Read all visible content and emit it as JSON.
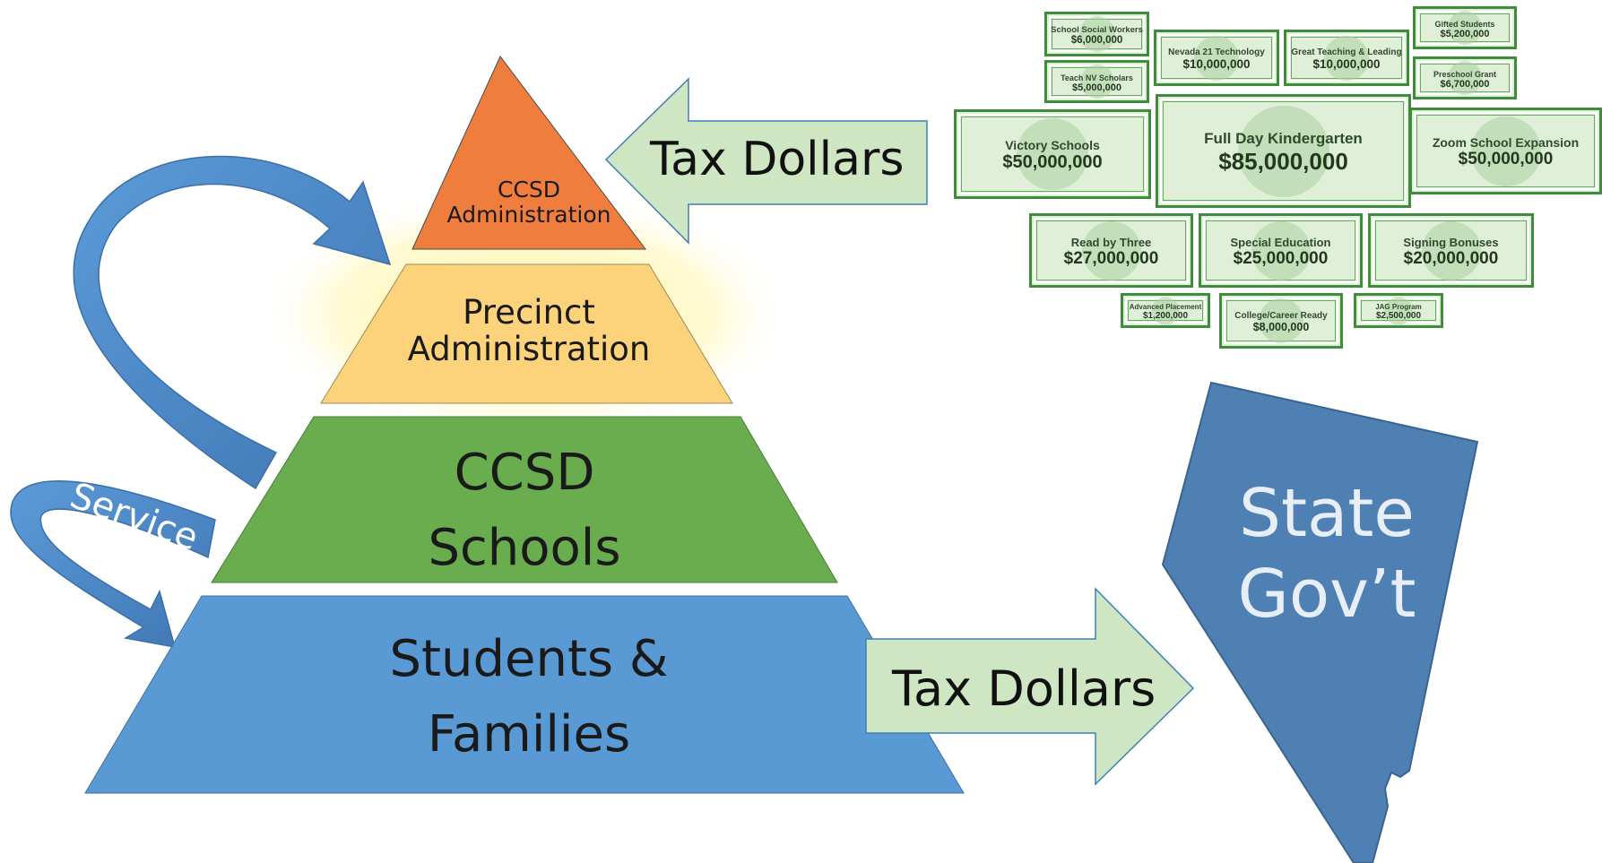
{
  "pyramid": {
    "tiers": [
      {
        "lines": [
          "CCSD",
          "Administration"
        ],
        "color": "#ef7e3e"
      },
      {
        "lines": [
          "Precinct",
          "Administration"
        ],
        "color": "#fcd27b"
      },
      {
        "lines": [
          "CCSD",
          "Schools"
        ],
        "color": "#6aad4f"
      },
      {
        "lines": [
          "Students &",
          "Families"
        ],
        "color": "#5a9ad4"
      }
    ]
  },
  "arrows": {
    "tax_in": {
      "label": "Tax Dollars",
      "color": "#cfe6c2"
    },
    "tax_out": {
      "label": "Tax Dollars",
      "color": "#cfe6c2"
    },
    "service_upper": {
      "label": "Service",
      "color": "#4a86c4"
    },
    "service_lower": {
      "label": "Service",
      "color": "#4a86c4"
    }
  },
  "state": {
    "lines": [
      "State",
      "Gov’t"
    ],
    "color": "#4f80b4"
  },
  "programs": [
    {
      "name": "School Social Workers",
      "amount": "$6,000,000"
    },
    {
      "name": "Teach NV Scholars",
      "amount": "$5,000,000"
    },
    {
      "name": "Nevada 21 Technology",
      "amount": "$10,000,000"
    },
    {
      "name": "Great Teaching & Leading",
      "amount": "$10,000,000"
    },
    {
      "name": "Gifted Students",
      "amount": "$5,200,000"
    },
    {
      "name": "Preschool Grant",
      "amount": "$6,700,000"
    },
    {
      "name": "Victory Schools",
      "amount": "$50,000,000"
    },
    {
      "name": "Full Day Kindergarten",
      "amount": "$85,000,000"
    },
    {
      "name": "Zoom School Expansion",
      "amount": "$50,000,000"
    },
    {
      "name": "Read by Three",
      "amount": "$27,000,000"
    },
    {
      "name": "Special Education",
      "amount": "$25,000,000"
    },
    {
      "name": "Signing Bonuses",
      "amount": "$20,000,000"
    },
    {
      "name": "Advanced Placement",
      "amount": "$1,200,000"
    },
    {
      "name": "College/Career Ready",
      "amount": "$8,000,000"
    },
    {
      "name": "JAG Program",
      "amount": "$2,500,000"
    }
  ]
}
